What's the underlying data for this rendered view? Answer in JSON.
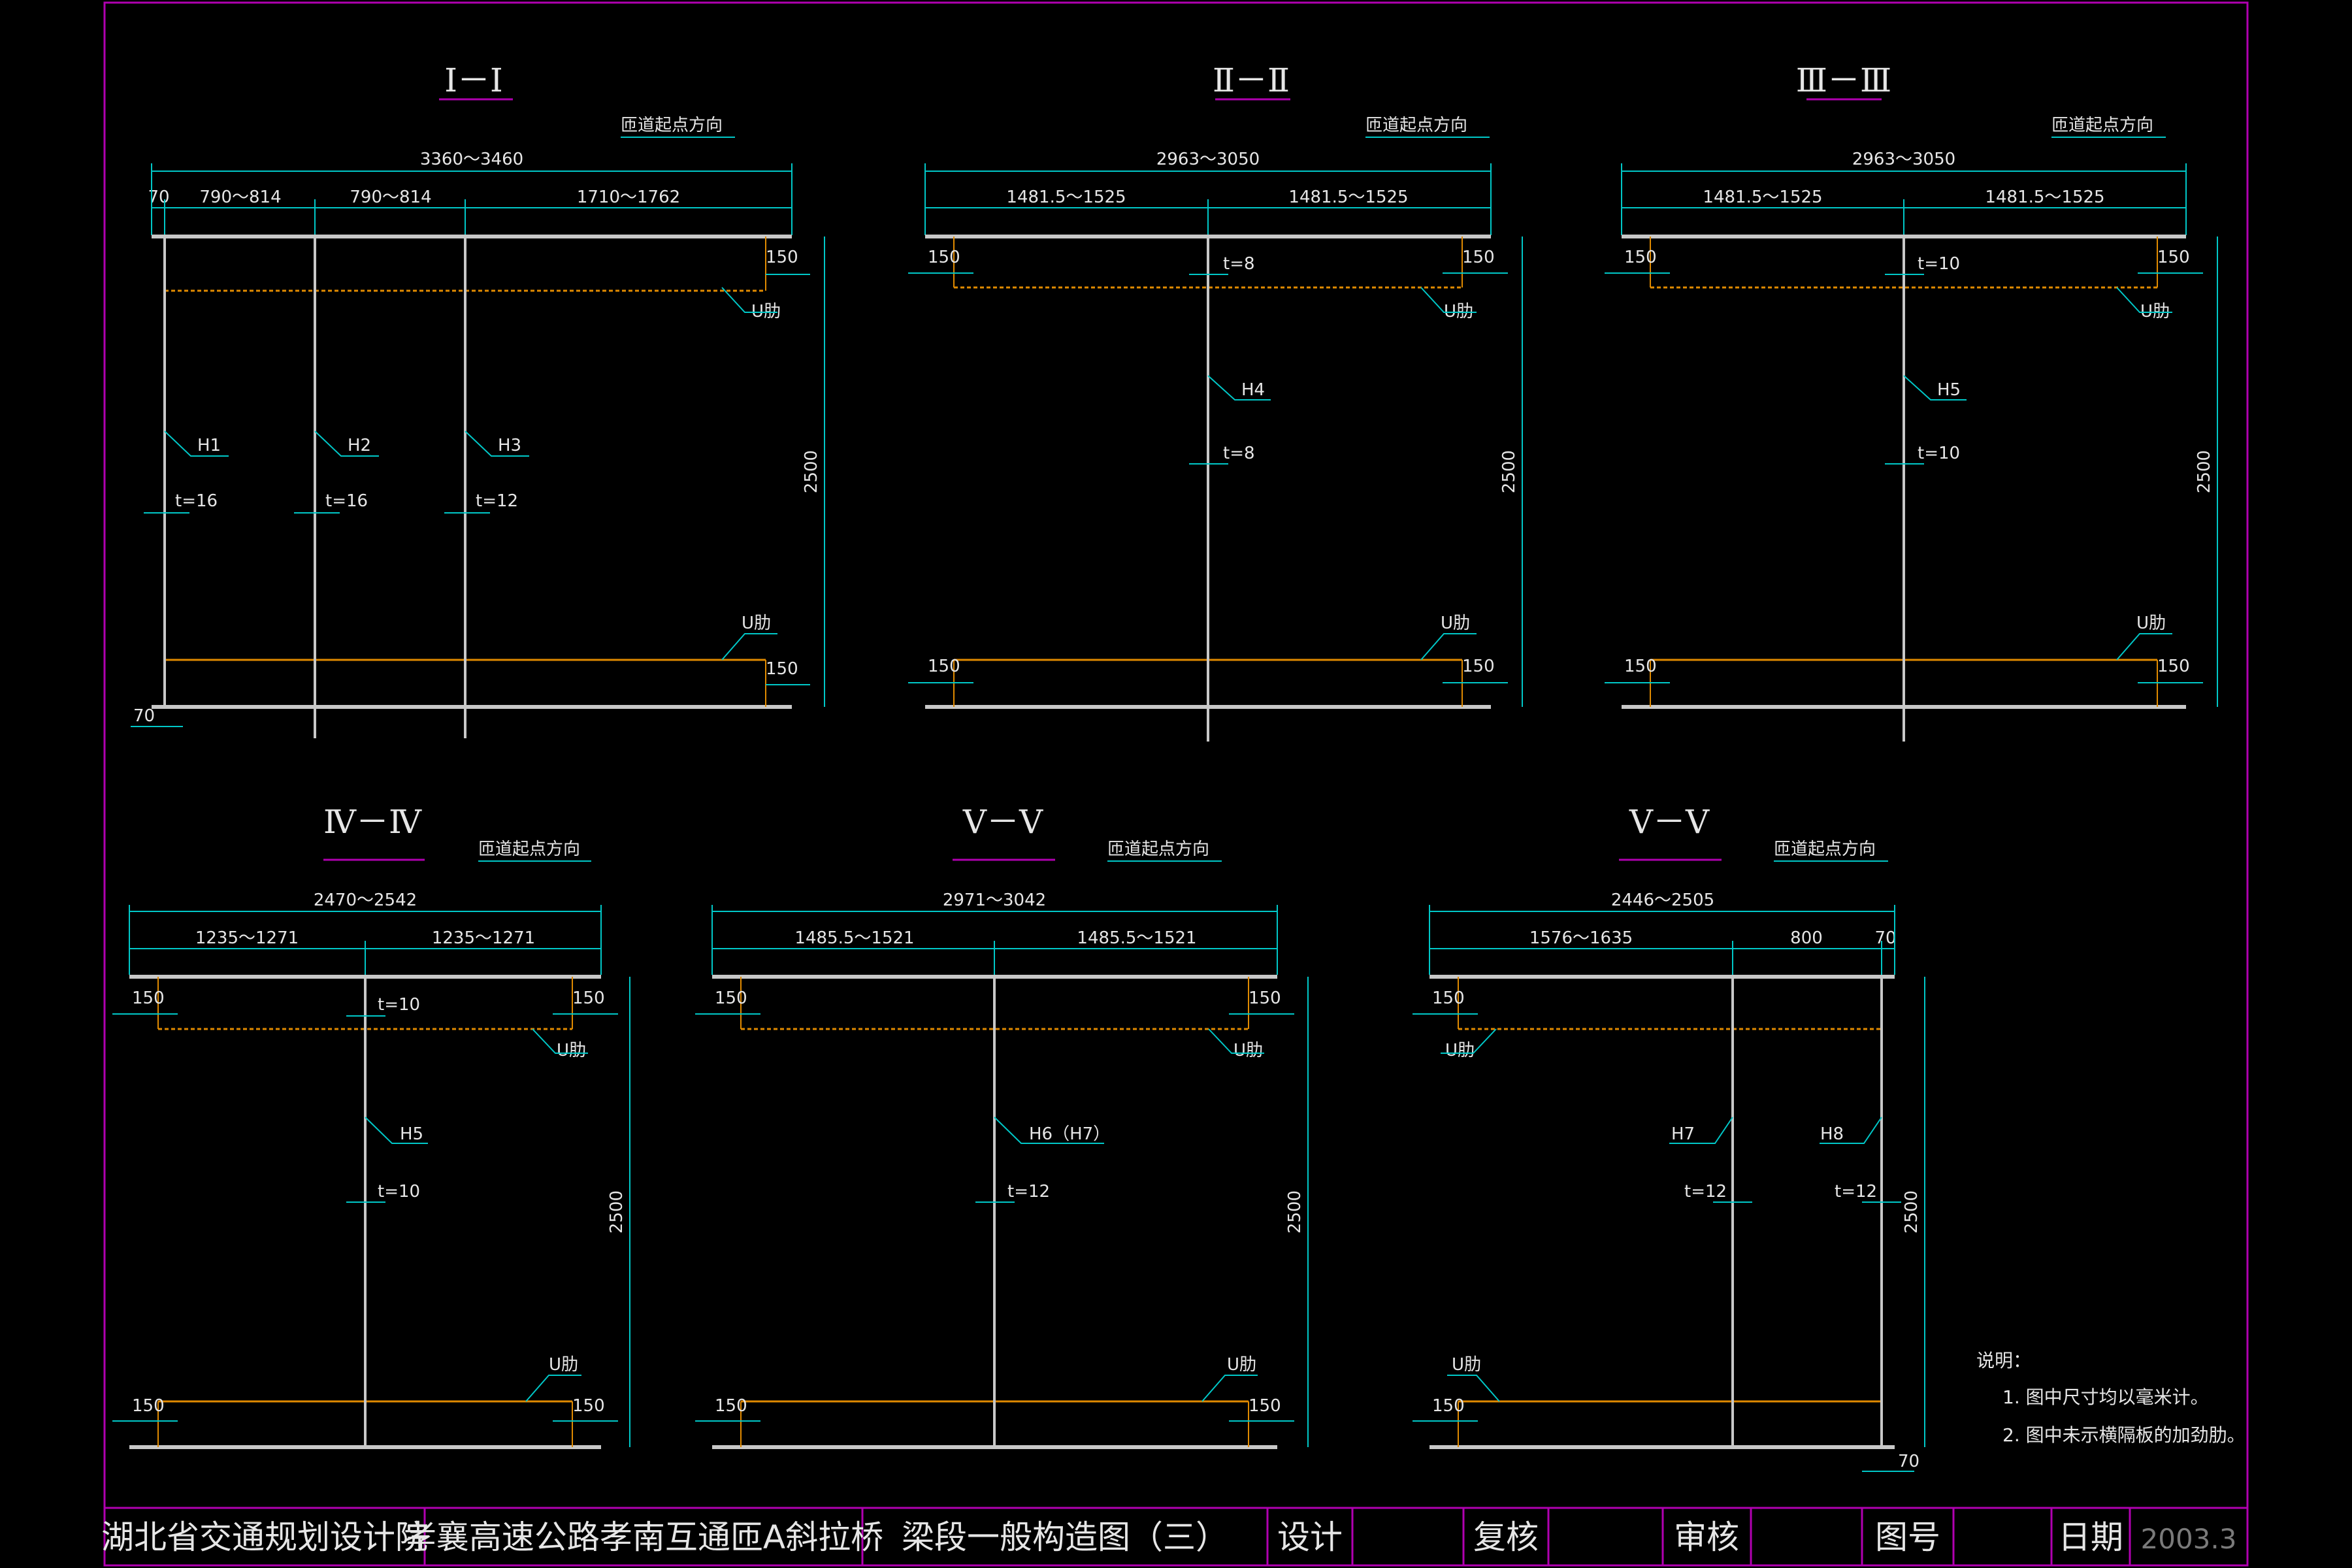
{
  "sections": [
    {
      "title": "Ⅰ－Ⅰ",
      "direction": "匝道起点方向",
      "total": "3360～3460",
      "subs": [
        "70",
        "790～814",
        "790～814",
        "1710～1762"
      ],
      "height": "2500",
      "right_flange": "150",
      "bottom_left": "70",
      "bottom_right": "150",
      "webs": [
        {
          "label": "H1",
          "t": "t=16"
        },
        {
          "label": "H2",
          "t": "t=16"
        },
        {
          "label": "H3",
          "t": "t=12"
        }
      ],
      "u_rib": "U肋"
    },
    {
      "title": "Ⅱ－Ⅱ",
      "direction": "匝道起点方向",
      "total": "2963～3050",
      "subs": [
        "1481.5～1525",
        "1481.5～1525"
      ],
      "height": "2500",
      "flange": "150",
      "webs": [
        {
          "label": "H4",
          "t_top": "t=8",
          "t": "t=8"
        }
      ],
      "u_rib": "U肋"
    },
    {
      "title": "Ⅲ－Ⅲ",
      "direction": "匝道起点方向",
      "total": "2963～3050",
      "subs": [
        "1481.5～1525",
        "1481.5～1525"
      ],
      "height": "2500",
      "flange": "150",
      "webs": [
        {
          "label": "H5",
          "t_top": "t=10",
          "t": "t=10"
        }
      ],
      "u_rib": "U肋"
    },
    {
      "title": "Ⅳ－Ⅳ",
      "direction": "匝道起点方向",
      "total": "2470～2542",
      "subs": [
        "1235～1271",
        "1235～1271"
      ],
      "height": "2500",
      "flange": "150",
      "webs": [
        {
          "label": "H5",
          "t_top": "t=10",
          "t": "t=10"
        }
      ],
      "u_rib": "U肋"
    },
    {
      "title": "Ⅴ－Ⅴ",
      "direction": "匝道起点方向",
      "total": "2971～3042",
      "subs": [
        "1485.5～1521",
        "1485.5～1521"
      ],
      "height": "2500",
      "flange": "150",
      "webs": [
        {
          "label": "H6（H7）",
          "t": "t=12"
        }
      ],
      "u_rib": "U肋"
    },
    {
      "title": "Ⅴ－Ⅴ",
      "direction": "匝道起点方向",
      "total": "2446～2505",
      "subs": [
        "1576～1635",
        "800",
        "70"
      ],
      "height": "2500",
      "flange": "150",
      "bottom_right": "70",
      "webs": [
        {
          "label": "H7",
          "t": "t=12"
        },
        {
          "label": "H8",
          "t": "t=12"
        }
      ],
      "u_rib": "U肋"
    }
  ],
  "notes": {
    "heading": "说明：",
    "items": [
      "1. 图中尺寸均以毫米计。",
      "2. 图中未示横隔板的加劲肋。"
    ]
  },
  "title_block": {
    "org": "湖北省交通规划设计院",
    "project": "孝襄高速公路孝南互通匝A斜拉桥",
    "drawing": "梁段一般构造图（三）",
    "design": "设计",
    "check": "复核",
    "review": "审核",
    "drawing_no": "图号",
    "date_label": "日期",
    "date": "2003.3"
  },
  "colors": {
    "background": "#000000",
    "frame": "#b000b0",
    "dimension": "#00c8c8",
    "rib": "#e08a00",
    "plate": "#c8c8c8"
  }
}
